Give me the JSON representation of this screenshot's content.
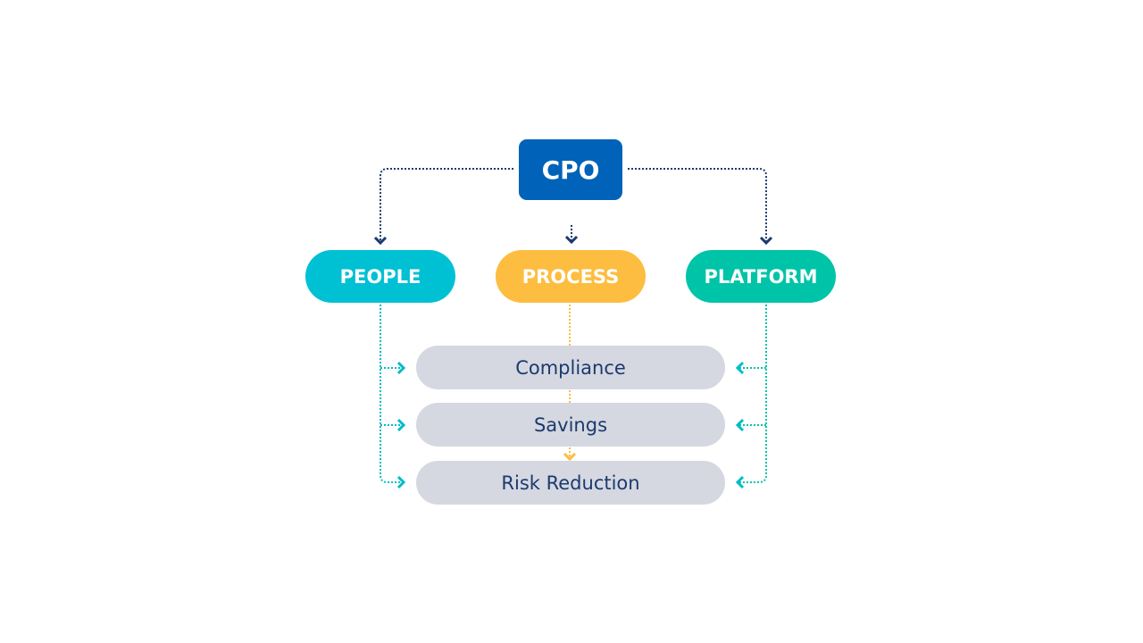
{
  "colors": {
    "cpo": "#0062b8",
    "people": "#00c0d4",
    "process": "#fdbd40",
    "platform": "#00c4a7",
    "outcome_bg": "#d5d8e0",
    "outcome_text": "#1b3a6e",
    "navy_line": "#1b3a6e"
  },
  "root": {
    "label": "CPO"
  },
  "pillars": [
    {
      "label": "PEOPLE"
    },
    {
      "label": "PROCESS"
    },
    {
      "label": "PLATFORM"
    }
  ],
  "outcomes": [
    {
      "label": "Compliance"
    },
    {
      "label": "Savings"
    },
    {
      "label": "Risk Reduction"
    }
  ]
}
